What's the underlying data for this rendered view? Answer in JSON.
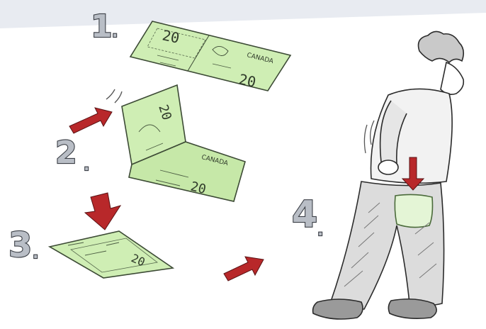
{
  "steps": [
    {
      "number": "1",
      "suffix": "."
    },
    {
      "number": "2",
      "suffix": "."
    },
    {
      "number": "3",
      "suffix": "."
    },
    {
      "number": "4",
      "suffix": "."
    }
  ],
  "banknote": {
    "denomination": "20",
    "issuer": "CANADA"
  },
  "colors": {
    "arrow": "#b8282a",
    "bill_fill": "#cfeeb4",
    "bill_stroke": "#3c4a35",
    "top_band": "#e8ebf1",
    "step_number": "#b9bec6",
    "ink": "#2b2b2b"
  },
  "icons": [
    "fold-arrow-icon",
    "down-arrow-icon",
    "pocket-arrow-icon",
    "motion-lines-icon"
  ]
}
